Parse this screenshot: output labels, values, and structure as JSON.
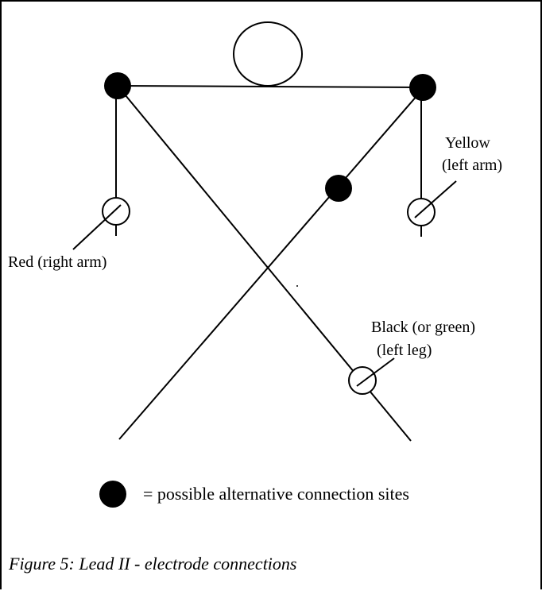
{
  "labels": {
    "right_arm": "Red (right arm)",
    "left_arm_line1": "Yellow",
    "left_arm_line2": "(left arm)",
    "left_leg_line1": "Black (or green)",
    "left_leg_line2": "(left leg)"
  },
  "legend": {
    "text": "= possible alternative connection sites"
  },
  "caption": "Figure 5: Lead II - electrode connections",
  "colors": {
    "stroke": "#000000",
    "background": "#ffffff"
  }
}
